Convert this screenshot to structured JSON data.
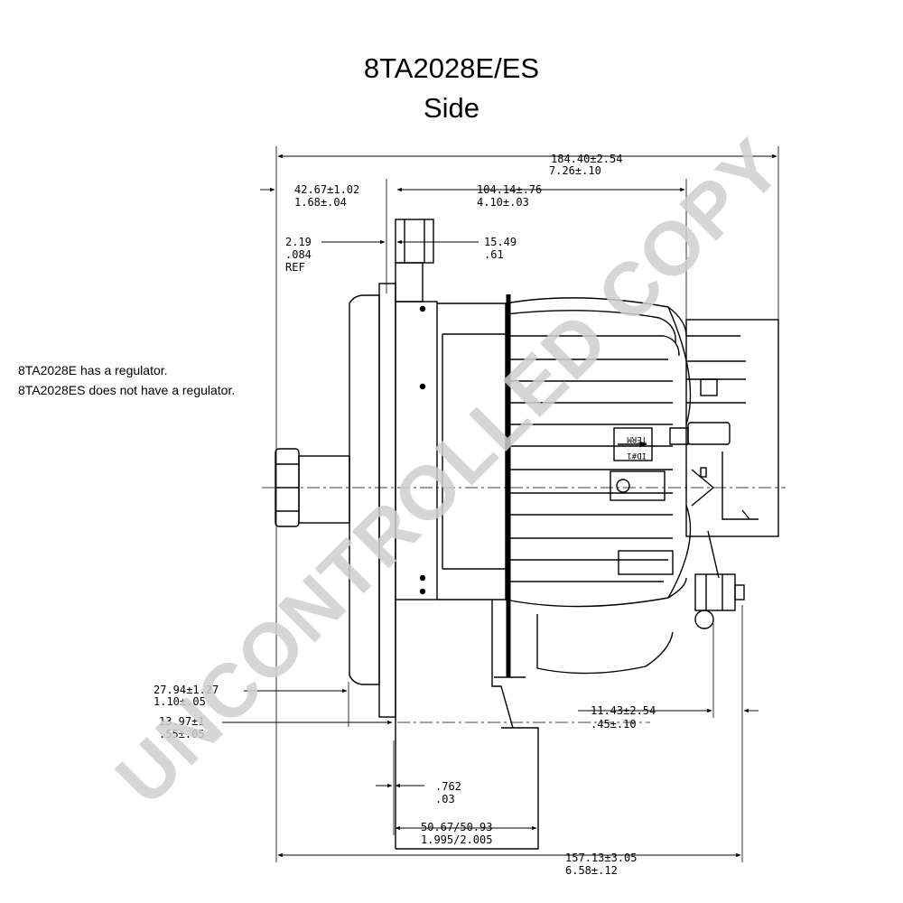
{
  "title": {
    "part_number": "8TA2028E/ES",
    "view": "Side"
  },
  "notes": [
    "8TA2028E has a regulator.",
    "8TA2028ES does not have a regulator."
  ],
  "watermark": "UNCONTROLLED COPY",
  "dimensions": {
    "overall_length": {
      "metric": "184.40±2.54",
      "inch": "7.26±.10"
    },
    "pulley_to_mount": {
      "metric": "42.67±1.02",
      "inch": "1.68±.04"
    },
    "housing_length": {
      "metric": "104.14±.76",
      "inch": "4.10±.03"
    },
    "ref_small": {
      "metric": "2.19",
      "inch": ".084",
      "note": "REF"
    },
    "hub_offset": {
      "metric": "15.49",
      "inch": ".61"
    },
    "pulley_offset": {
      "metric": "27.94±1.27",
      "inch": "1.10±.05"
    },
    "shaft_offset": {
      "metric": "13.97±1",
      "inch": ".55±.05"
    },
    "terminal_offset": {
      "metric": "11.43±2.54",
      "inch": ".45±.10"
    },
    "foot_gap": {
      "metric": ".762",
      "inch": ".03"
    },
    "foot_width": {
      "metric": "50.67/50.93",
      "inch": "1.995/2.005"
    },
    "base_length": {
      "metric": "157.13±3.05",
      "inch": "6.58±.12"
    }
  },
  "terminal_labels": {
    "term": "TERM",
    "id": "ID#1"
  },
  "colors": {
    "line": "#000000",
    "watermark": "#d0d0d0"
  }
}
